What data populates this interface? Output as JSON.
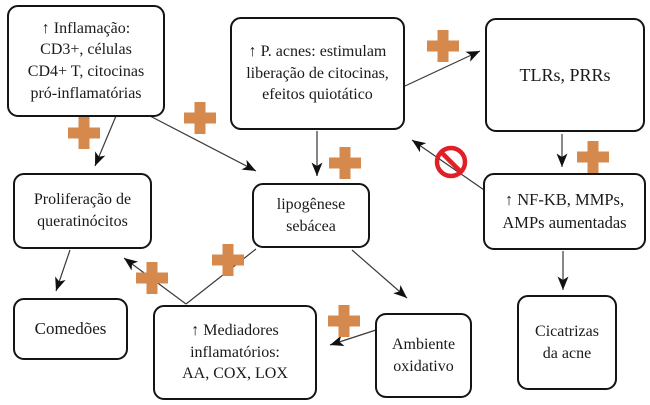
{
  "colors": {
    "plus": "#D5894C",
    "prohibit": "#E01F26",
    "box_border": "#141414",
    "arrow": "#3a3a3a",
    "text": "#1a1a1a",
    "background": "#ffffff"
  },
  "icons": [
    {
      "name": "plus-icon",
      "shape": "orange medical cross",
      "color": "#D5894C",
      "count": 8
    },
    {
      "name": "prohibition-icon",
      "shape": "red no-entry circle with slash",
      "color": "#E01F26",
      "count": 1
    },
    {
      "name": "up-arrow-glyph",
      "unicode": "↑"
    }
  ],
  "diagram": {
    "boxes": [
      {
        "id": "inflamacao",
        "lines": [
          "↑ Inflamação:",
          "CD3+, células",
          "CD4+ T, citocinas",
          "pró-inflamatórias"
        ]
      },
      {
        "id": "p-acnes",
        "lines": [
          "↑ P. acnes: estimulam",
          "liberação de citocinas,",
          "efeitos quiotático"
        ]
      },
      {
        "id": "tlrs-prrs",
        "lines": [
          "TLRs, PRRs"
        ]
      },
      {
        "id": "proliferacao",
        "lines": [
          "Proliferação de",
          "queratinócitos"
        ]
      },
      {
        "id": "lipogenese",
        "lines": [
          "lipogênese",
          "sebácea"
        ]
      },
      {
        "id": "nfkb",
        "lines": [
          "↑ NF-KB, MMPs,",
          "AMPs aumentadas"
        ]
      },
      {
        "id": "comedoes",
        "lines": [
          "Comedões"
        ]
      },
      {
        "id": "mediadores",
        "lines": [
          "↑ Mediadores",
          "inflamatórios:",
          "AA, COX, LOX"
        ]
      },
      {
        "id": "ambiente",
        "lines": [
          "Ambiente",
          "oxidativo"
        ]
      },
      {
        "id": "cicatrizas",
        "lines": [
          "Cicatrizas",
          "da acne"
        ]
      }
    ],
    "edges": [
      {
        "from": "inflamacao",
        "to": "proliferacao",
        "modifier": "plus"
      },
      {
        "from": "inflamacao",
        "to": "lipogenese",
        "modifier": "plus"
      },
      {
        "from": "p-acnes",
        "to": "tlrs-prrs",
        "modifier": "plus"
      },
      {
        "from": "p-acnes",
        "to": "lipogenese",
        "modifier": "plus"
      },
      {
        "from": "tlrs-prrs",
        "to": "nfkb",
        "modifier": "plus"
      },
      {
        "from": "nfkb",
        "to": "p-acnes",
        "modifier": "inhibit"
      },
      {
        "from": "nfkb",
        "to": "cicatrizas",
        "modifier": null
      },
      {
        "from": "proliferacao",
        "to": "comedoes",
        "modifier": null
      },
      {
        "from": "mediadores",
        "to": "proliferacao",
        "modifier": "plus"
      },
      {
        "from": "lipogenese",
        "to": "mediadores",
        "modifier": "plus"
      },
      {
        "from": "lipogenese",
        "to": "ambiente",
        "modifier": null
      },
      {
        "from": "ambiente",
        "to": "mediadores",
        "modifier": "plus"
      }
    ]
  }
}
